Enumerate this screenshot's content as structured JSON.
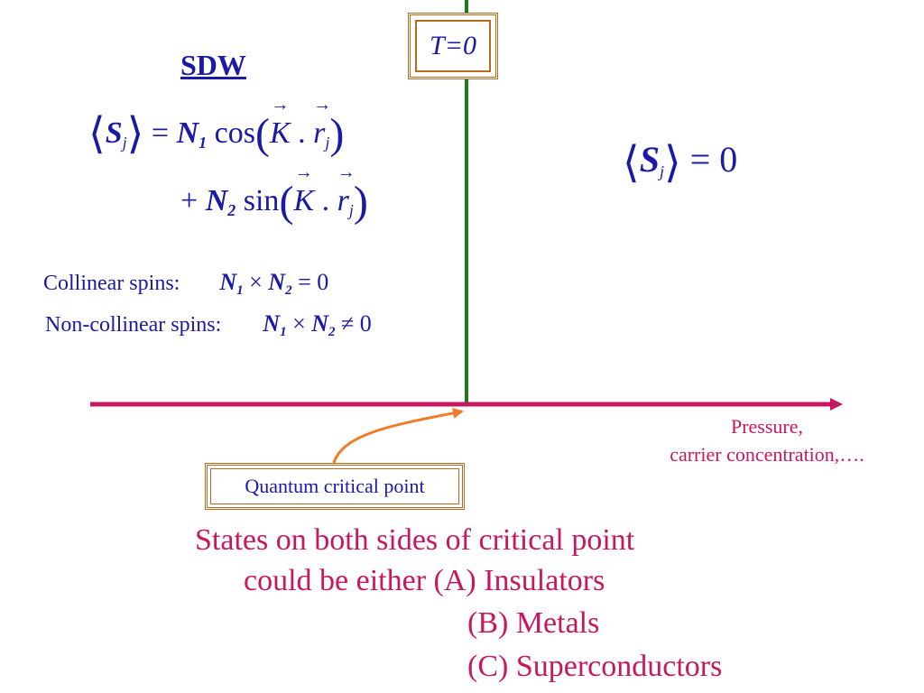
{
  "t0_label": "T=0",
  "sdw": {
    "title": "SDW",
    "equation": {
      "lhs_symbol": "S",
      "lhs_sub": "j",
      "n1": "N",
      "n1_sub": "1",
      "n2": "N",
      "n2_sub": "2",
      "cos": "cos",
      "sin": "sin",
      "k": "K",
      "r": "r",
      "r_sub": "j"
    },
    "collinear_label": "Collinear spins:",
    "collinear_rhs": "= 0",
    "noncollinear_label": "Non-collinear spins:",
    "noncollinear_rhs": "≠ 0"
  },
  "disordered": {
    "symbol": "S",
    "sub": "j",
    "rhs": "= 0"
  },
  "axis": {
    "label_line1": "Pressure,",
    "label_line2": "carrier concentration,…."
  },
  "qcp_label": "Quantum critical point",
  "states": {
    "line1": "States on both sides of critical point",
    "line2": "could be either (A) Insulators",
    "line3": "(B) Metals",
    "line4": "(C) Superconductors"
  },
  "colors": {
    "text_blue": "#1a1aa6",
    "magenta": "#c8175f",
    "green_line": "#1f7a1f",
    "box_brown": "#b86a1c",
    "curve_orange": "#f07c2a"
  }
}
